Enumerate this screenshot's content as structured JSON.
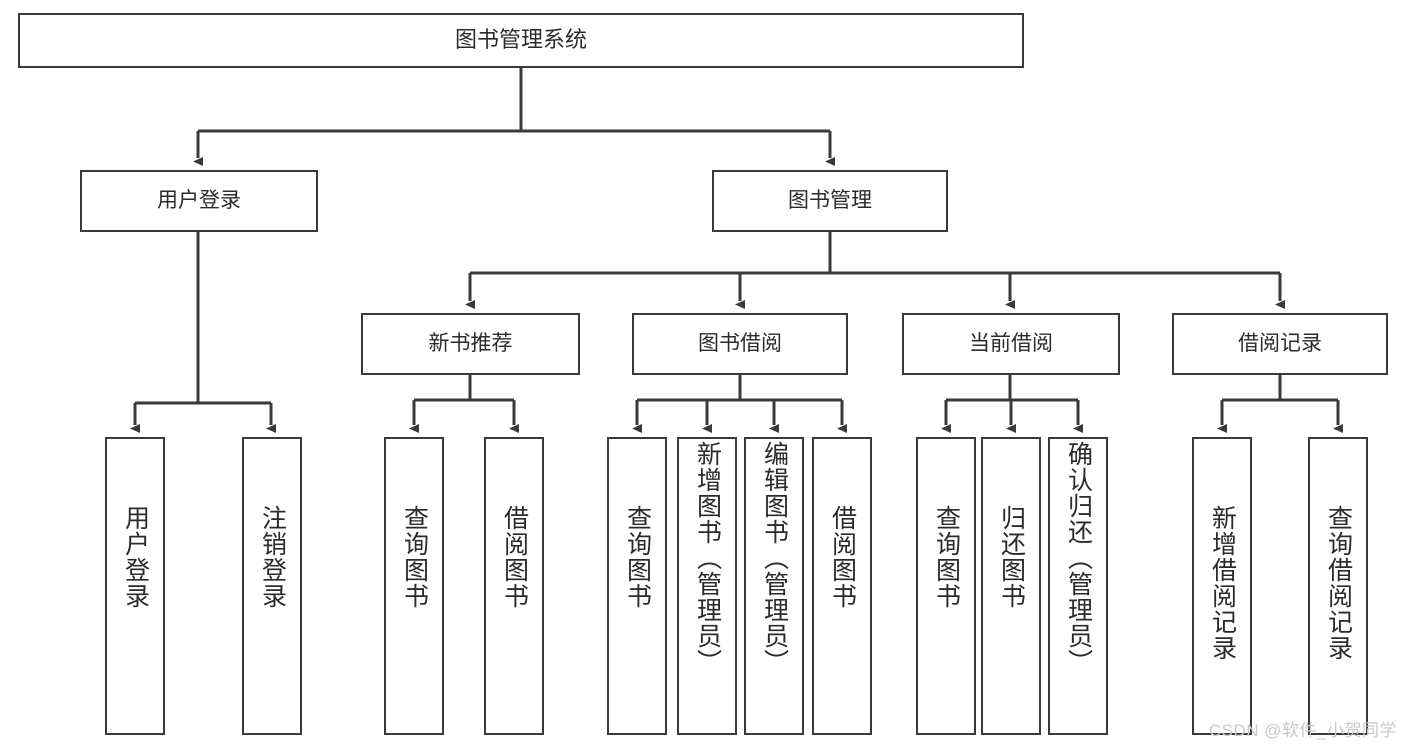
{
  "diagram": {
    "title": "图书管理系统",
    "type": "tree-hierarchy-chart",
    "watermark": "CSDN @软件_小贺同学",
    "colors": {
      "border": "#3a3a3a",
      "text": "#2b2b2b",
      "background": "#ffffff",
      "connector": "#3a3a3a",
      "watermark": "#c9c9c9"
    },
    "root": {
      "label": "图书管理系统"
    },
    "level1": [
      {
        "label": "用户登录"
      },
      {
        "label": "图书管理"
      }
    ],
    "level2": [
      {
        "label": "新书推荐"
      },
      {
        "label": "图书借阅"
      },
      {
        "label": "当前借阅"
      },
      {
        "label": "借阅记录"
      }
    ],
    "leaves": {
      "user_login": [
        {
          "label": "用户登录"
        },
        {
          "label": "注销登录"
        }
      ],
      "new_book_recommend": [
        {
          "label": "查询图书"
        },
        {
          "label": "借阅图书"
        }
      ],
      "book_borrow": [
        {
          "label": "查询图书"
        },
        {
          "label": "新增图书（管理员）"
        },
        {
          "label": "编辑图书（管理员）"
        },
        {
          "label": "借阅图书"
        }
      ],
      "current_borrow": [
        {
          "label": "查询图书"
        },
        {
          "label": "归还图书"
        },
        {
          "label": "确认归还（管理员）"
        }
      ],
      "borrow_record": [
        {
          "label": "新增借阅记录"
        },
        {
          "label": "查询借阅记录"
        }
      ]
    }
  }
}
